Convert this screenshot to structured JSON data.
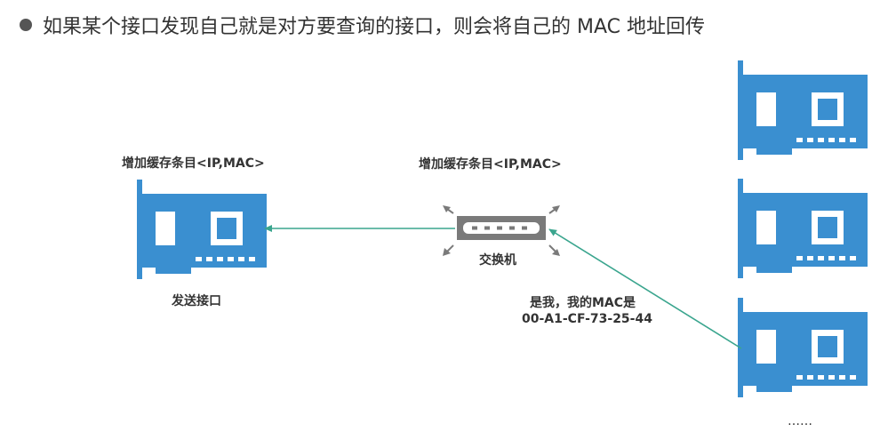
{
  "headline": {
    "text": "如果某个接口发现自己就是对方要查询的接口，则会将自己的 MAC 地址回传"
  },
  "sender": {
    "cache_label": "增加缓存条目<IP,MAC>",
    "port_label": "发送接口"
  },
  "switch": {
    "cache_label": "增加缓存条目<IP,MAC>",
    "name_label": "交换机"
  },
  "reply": {
    "line1": "是我，我的MAC是",
    "line2": "00-A1-CF-73-25-44"
  },
  "ellipsis": "……",
  "colors": {
    "nic_blue": "#3a8fd0",
    "arrow_green": "#3aa58e",
    "switch_gray": "#7a7a7a"
  }
}
